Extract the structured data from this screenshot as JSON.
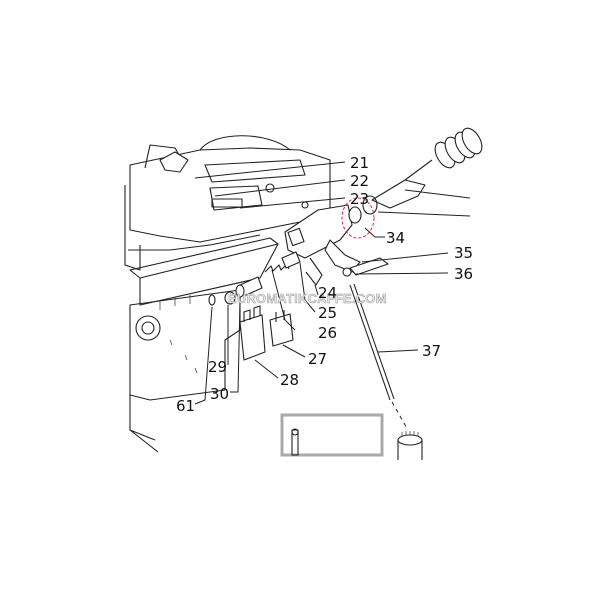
{
  "diagram": {
    "watermark": "EUROMATIKCAFFE.COM",
    "callouts": [
      "21",
      "22",
      "23",
      "34",
      "35",
      "36",
      "24",
      "25",
      "26",
      "27",
      "28",
      "29",
      "30",
      "61",
      "37"
    ]
  }
}
